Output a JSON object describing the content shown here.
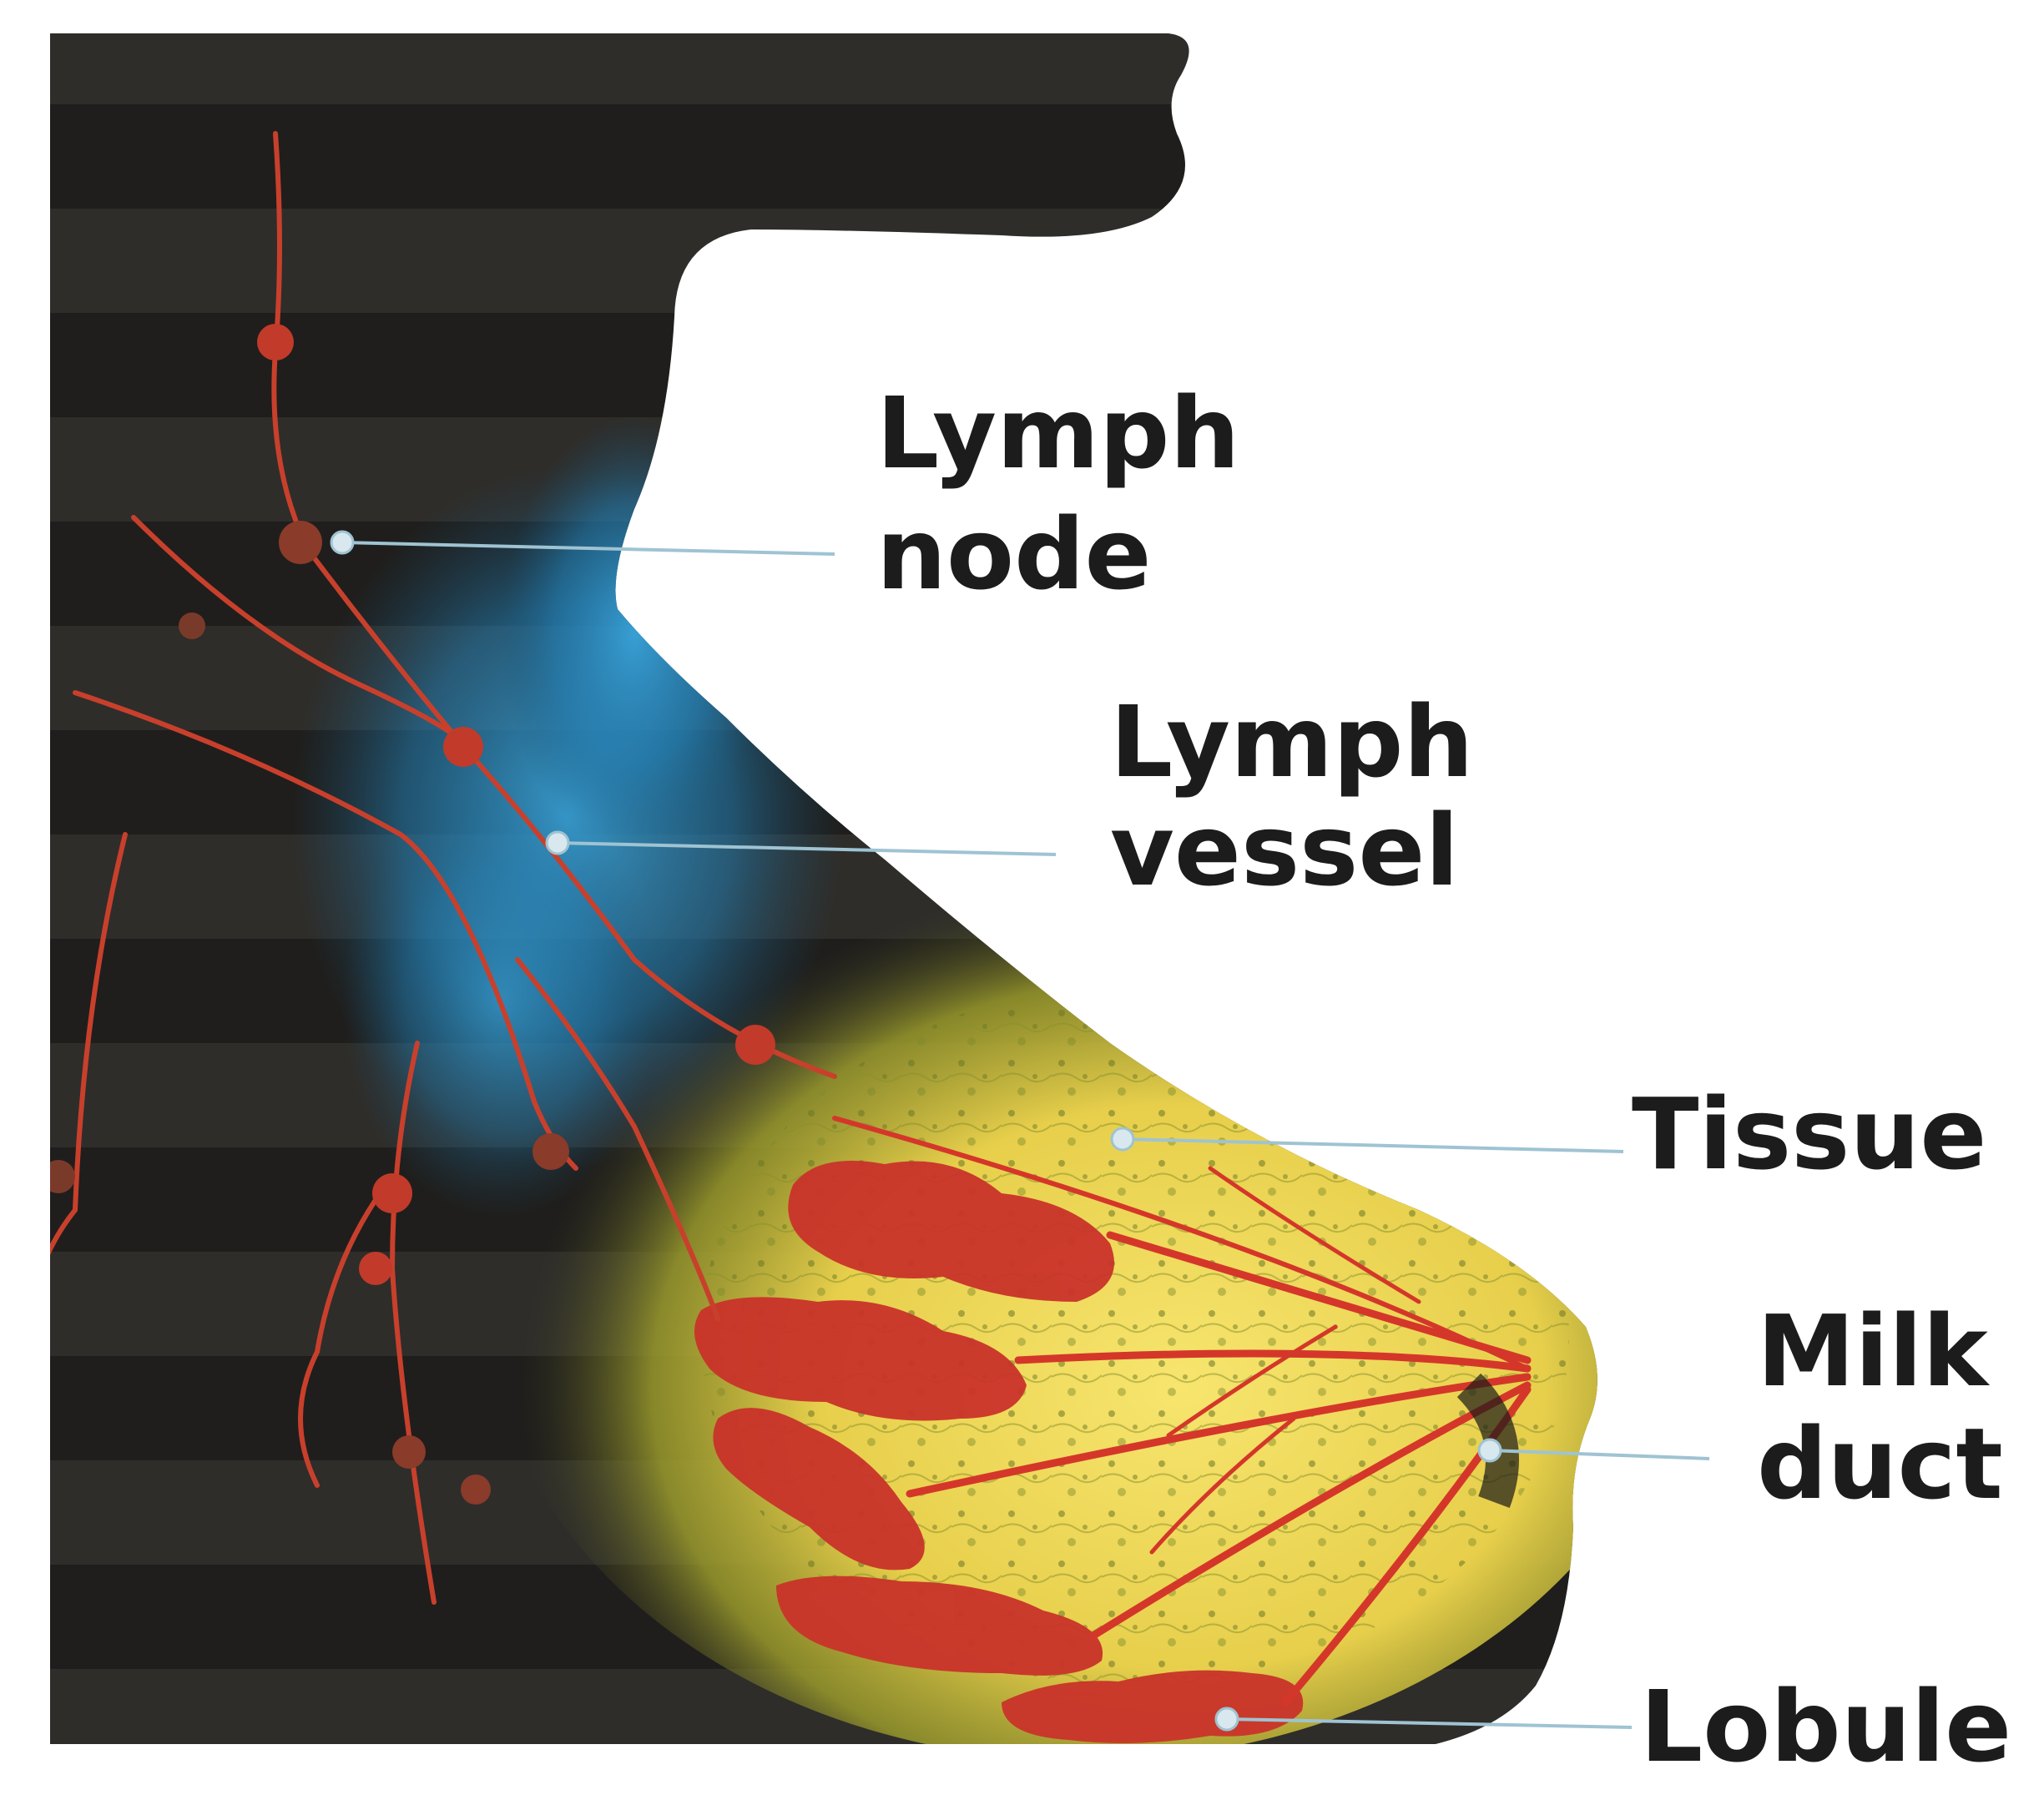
{
  "labels": {
    "lymph_node": [
      "Lymph",
      "node"
    ],
    "lymph_vessel": [
      "Lymph",
      "vessel"
    ],
    "tissue": [
      "Tissue"
    ],
    "milk_duct": [
      "Milk",
      "duct"
    ],
    "lobule": [
      "Lobule"
    ]
  },
  "colors": {
    "background": "#ffffff",
    "body_dark": "#2b2a27",
    "stripe_dark": "#1f1e1c",
    "lymph_blue": "#2a8fc8",
    "tissue_yellow": "#f2dc5a",
    "tissue_green": "#6f7a22",
    "vessel_red": "#d4372a",
    "lobule_red": "#c9332a",
    "leader_line": "#9fc3d2",
    "label_text": "#1c1c1c"
  }
}
